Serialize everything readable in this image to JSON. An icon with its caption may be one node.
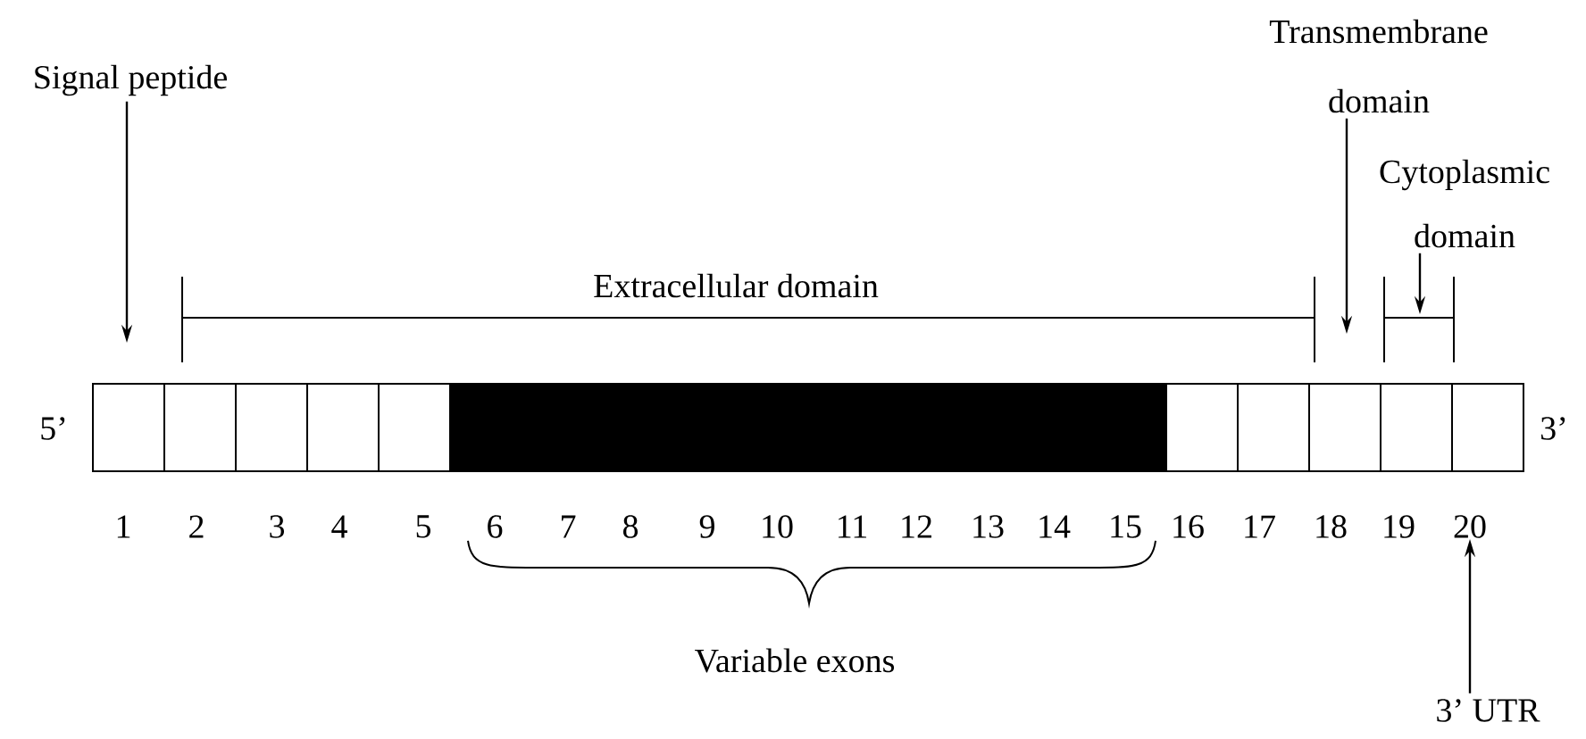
{
  "diagram": {
    "nodes": [
      {
        "text": [
          "Signal peptide"
        ]
      },
      {
        "text": [
          "Transmembrane domain"
        ]
      },
      {
        "text": [
          "Cytoplasmic domain"
        ]
      },
      {
        "text": [],
        "shape": "box",
        "beside": [
          "1"
        ]
      },
      {
        "text": [],
        "shape": "box",
        "beside": [
          "2"
        ]
      },
      {
        "text": [],
        "shape": "box",
        "beside": [
          "3"
        ]
      },
      {
        "text": [],
        "shape": "box",
        "beside": [
          "4"
        ]
      },
      {
        "text": [],
        "shape": "box",
        "beside": [
          "5"
        ]
      },
      {
        "text": [],
        "shape": "box",
        "beside": [
          "6",
          "7",
          "8",
          "9",
          "10",
          "11",
          "12",
          "13",
          "14",
          "15"
        ]
      },
      {
        "text": [],
        "shape": "box",
        "beside": [
          "16"
        ]
      },
      {
        "text": [],
        "shape": "box",
        "beside": [
          "17"
        ]
      },
      {
        "text": [],
        "shape": "box",
        "beside": [
          "18"
        ]
      },
      {
        "text": [],
        "shape": "box",
        "beside": [
          "19"
        ]
      },
      {
        "text": [],
        "shape": "box",
        "beside": [
          "20"
        ]
      },
      {
        "text": [
          "3’ UTR"
        ]
      }
    ],
    "edges": [
      {
        "from": 0,
        "to": 3,
        "arrow": "to"
      },
      {
        "from": 1,
        "to": 11,
        "arrow": "to"
      },
      {
        "from": 2,
        "to": null,
        "arrow": "to"
      },
      {
        "from": 14,
        "to": 13,
        "arrow": "to"
      }
    ],
    "labels": [
      "Extracellular domain",
      "5’",
      "3’",
      "Variable exons"
    ]
  }
}
